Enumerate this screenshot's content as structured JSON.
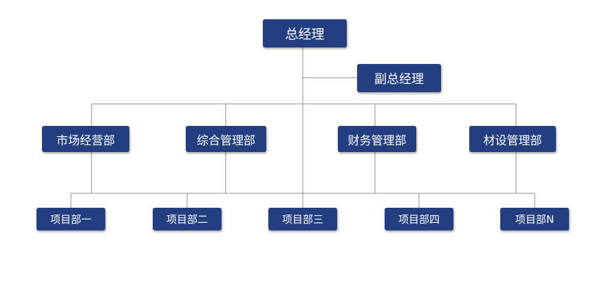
{
  "org_chart": {
    "top": {
      "label": "总经理"
    },
    "deputy": {
      "label": "副总经理"
    },
    "departments": [
      {
        "label": "市场经营部"
      },
      {
        "label": "综合管理部"
      },
      {
        "label": "财务管理部"
      },
      {
        "label": "材设管理部"
      }
    ],
    "projects": [
      {
        "label": "项目部一"
      },
      {
        "label": "项目部二"
      },
      {
        "label": "项目部三"
      },
      {
        "label": "项目部四"
      },
      {
        "label": "项目部N"
      }
    ]
  },
  "colors": {
    "node_fill": "#243f80",
    "node_text": "#ffffff",
    "connector": "#8c8c8c",
    "background": "#ffffff"
  }
}
